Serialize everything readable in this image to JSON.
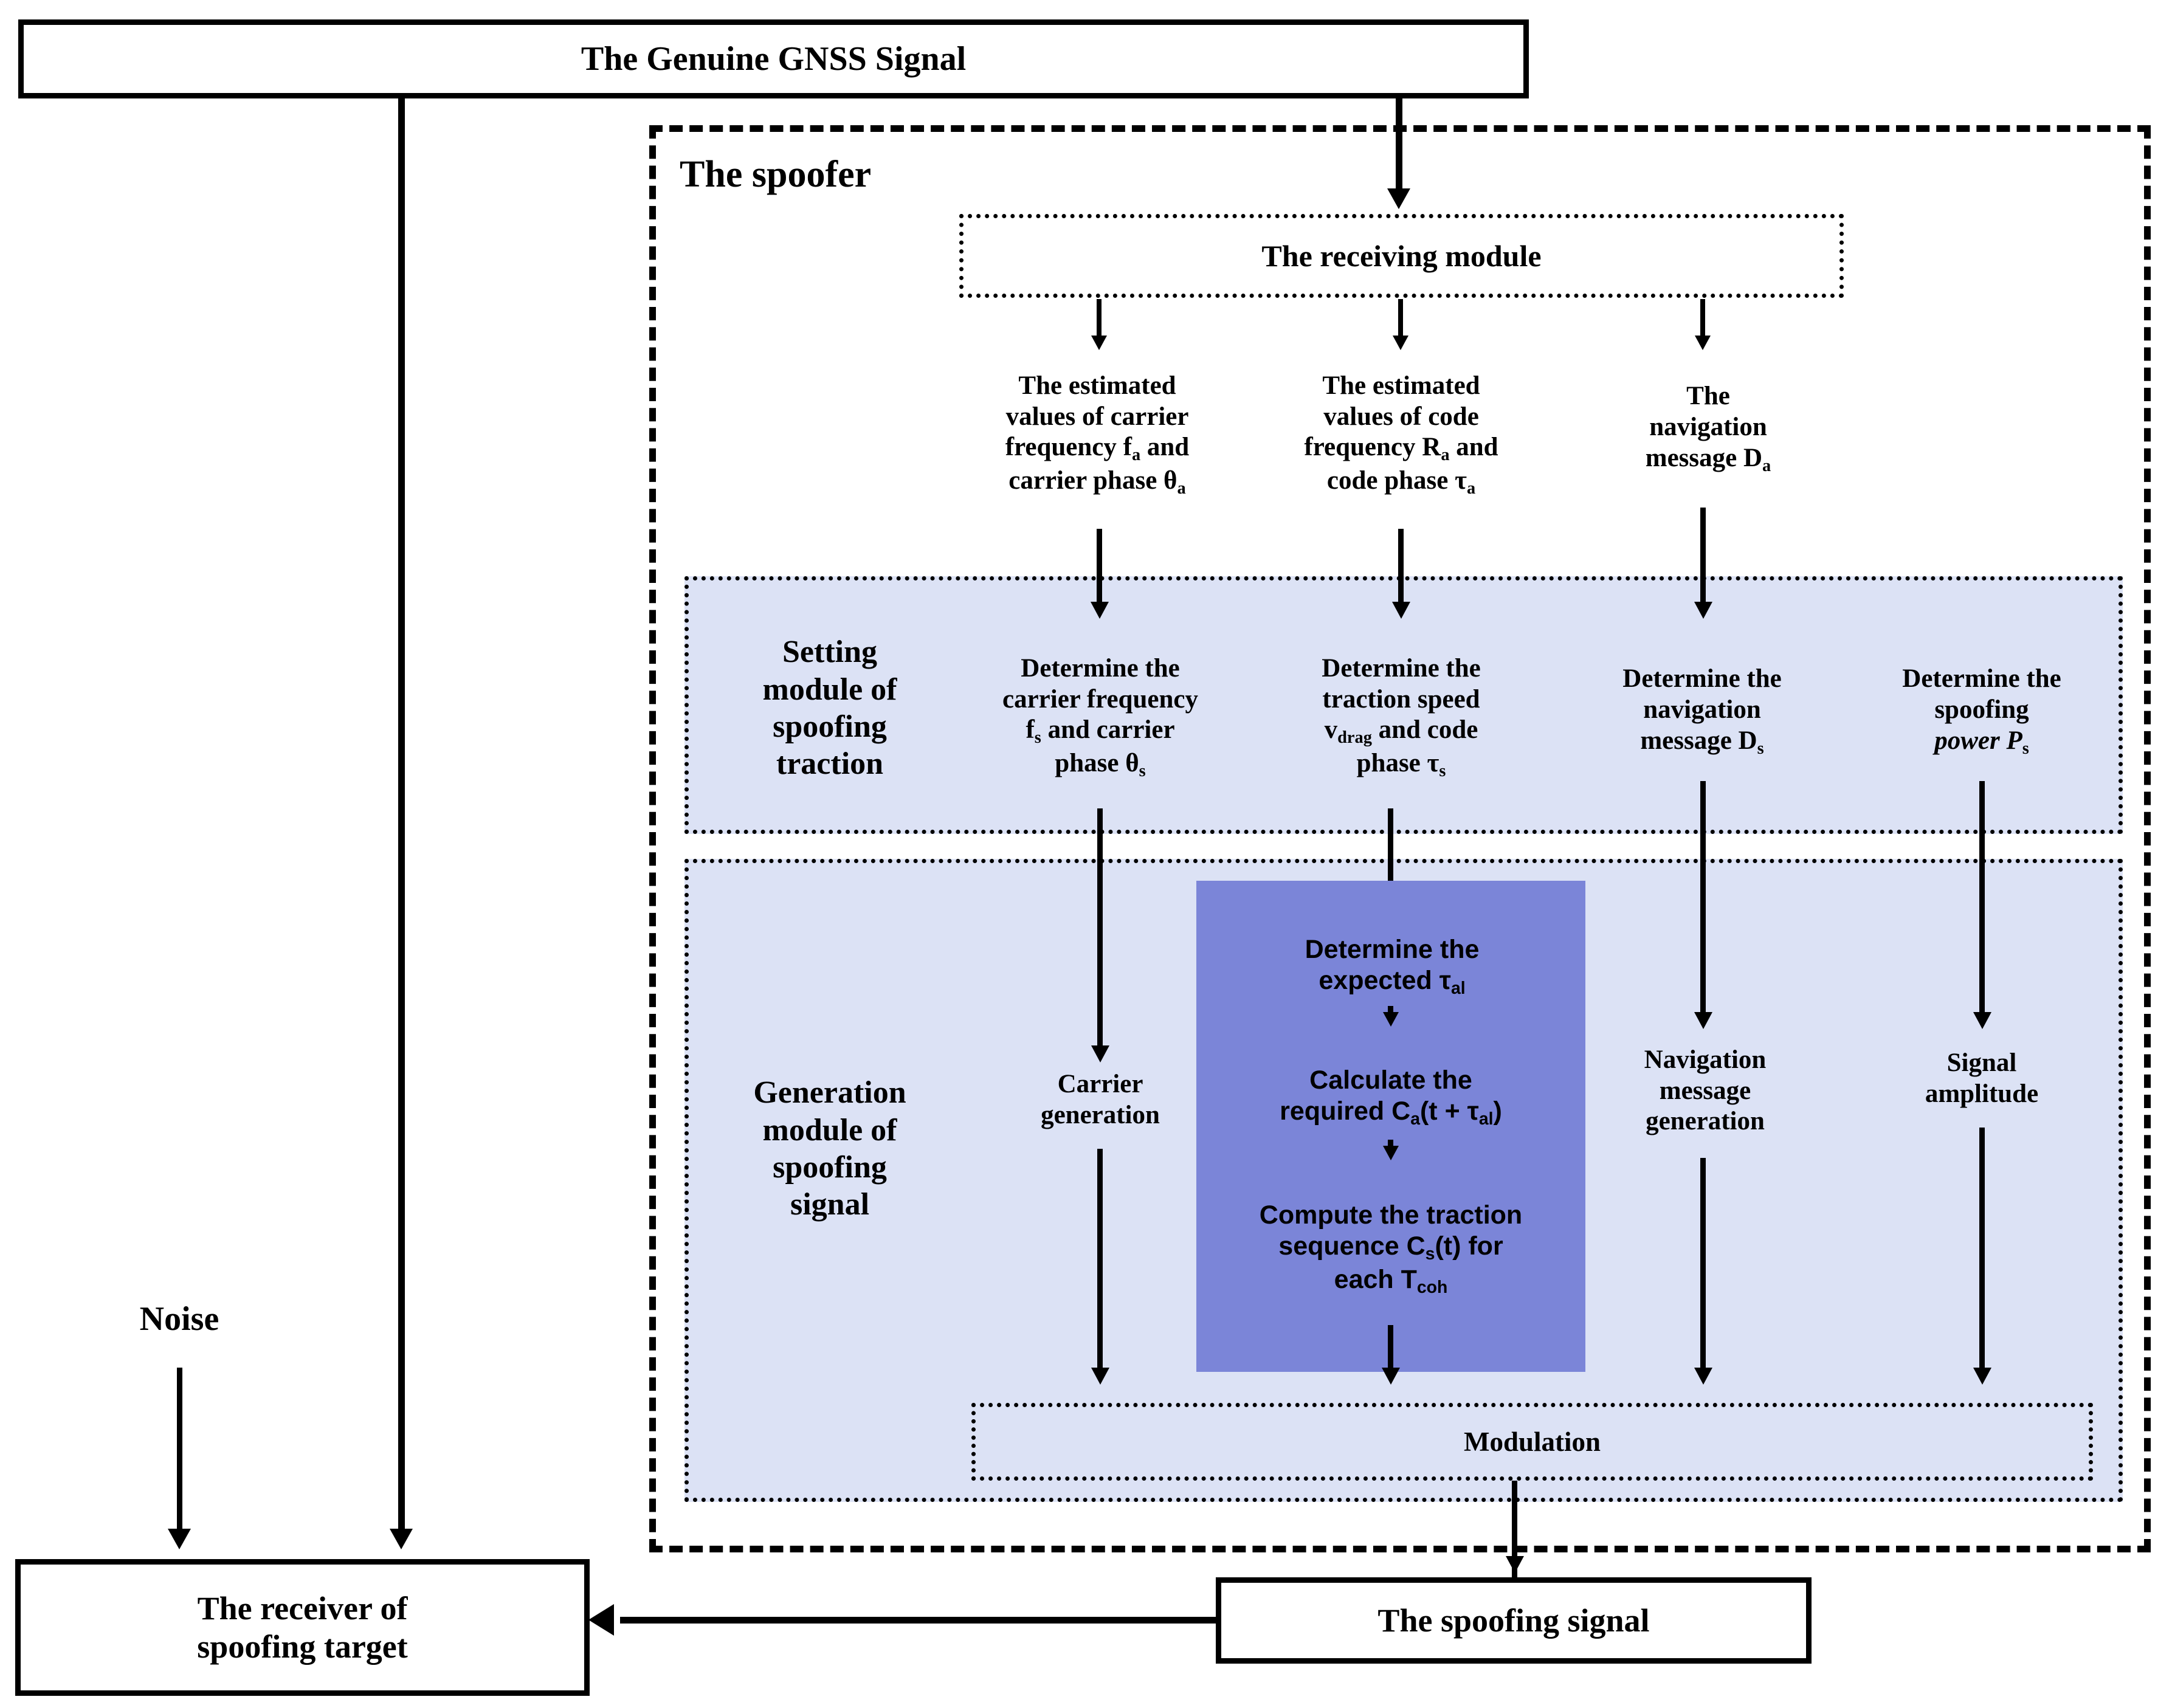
{
  "diagram": {
    "title_box": {
      "label": "The Genuine GNSS Signal"
    },
    "spoofer": {
      "label": "The spoofer"
    },
    "receiving_module": {
      "label": "The receiving module"
    },
    "estimates": [
      {
        "id": "carrier",
        "line1": "The estimated",
        "line2": "values of carrier",
        "line3_pre": "frequency f",
        "line3_sub": "a",
        "line3_post": " and",
        "line4_pre": "carrier phase θ",
        "line4_sub": "a"
      },
      {
        "id": "code",
        "line1": "The estimated",
        "line2": "values of code",
        "line3_pre": "frequency R",
        "line3_sub": "a",
        "line3_post": " and",
        "line4_pre": "code phase τ",
        "line4_sub": "a"
      },
      {
        "id": "navmsg",
        "line1": "The",
        "line2": "navigation",
        "line3_pre": "message D",
        "line3_sub": "a",
        "line3_post": "",
        "line4_pre": "",
        "line4_sub": ""
      }
    ],
    "setting_module": {
      "label_l1": "Setting",
      "label_l2": "module of",
      "label_l3": "spoofing",
      "label_l4": "traction",
      "items": [
        {
          "id": "carrier-freq",
          "l1": "Determine the",
          "l2": "carrier frequency",
          "l3_pre": "f",
          "l3_sub": "s",
          "l3_post": " and carrier",
          "l4_pre": "phase θ",
          "l4_sub": "s"
        },
        {
          "id": "traction-speed",
          "l1": "Determine the",
          "l2": "traction speed",
          "l3_pre": "v",
          "l3_sub": "drag",
          "l3_post": " and code",
          "l4_pre": "phase τ",
          "l4_sub": "s"
        },
        {
          "id": "nav-message",
          "l1": "Determine the",
          "l2": "navigation",
          "l3_pre": "message D",
          "l3_sub": "s",
          "l3_post": "",
          "l4_pre": "",
          "l4_sub": ""
        },
        {
          "id": "spoofing-power",
          "l1": "Determine the",
          "l2": "spoofing",
          "l3_pre": "power P",
          "l3_sub": "s",
          "l3_post": "",
          "l4_pre": "",
          "l4_sub": ""
        }
      ]
    },
    "generation_module": {
      "label_l1": "Generation",
      "label_l2": "module of",
      "label_l3": "spoofing",
      "label_l4": "signal",
      "carrier_generation": {
        "l1": "Carrier",
        "l2": "generation"
      },
      "navigation_generation": {
        "l1": "Navigation",
        "l2": "message",
        "l3": "generation"
      },
      "signal_amplitude": {
        "l1": "Signal",
        "l2": "amplitude"
      },
      "traction_steps": [
        {
          "id": "expected-tau",
          "l1": "Determine the",
          "l2_pre": "expected τ",
          "l2_sub": "al",
          "l2_post": ""
        },
        {
          "id": "required-ca",
          "l1": "Calculate the",
          "l2_pre": "required C",
          "l2_sub": "a",
          "l2_post": "(t + τ",
          "l2_sub2": "al",
          "l2_post2": ")"
        },
        {
          "id": "traction-sequence",
          "l1": "Compute the traction",
          "l2_pre": "sequence C",
          "l2_sub": "s",
          "l2_post": "(t) for",
          "l3_pre": "each T",
          "l3_sub": "coh"
        }
      ],
      "modulation": {
        "label": "Modulation"
      }
    },
    "noise": {
      "label": "Noise"
    },
    "receiver": {
      "l1": "The receiver of",
      "l2": "spoofing target"
    },
    "spoofing_signal": {
      "label": "The spoofing signal"
    },
    "colors": {
      "panel_fill": "#dce2f5",
      "inner_box_fill": "#7b85d8",
      "stroke": "#000000",
      "background": "#ffffff"
    }
  }
}
